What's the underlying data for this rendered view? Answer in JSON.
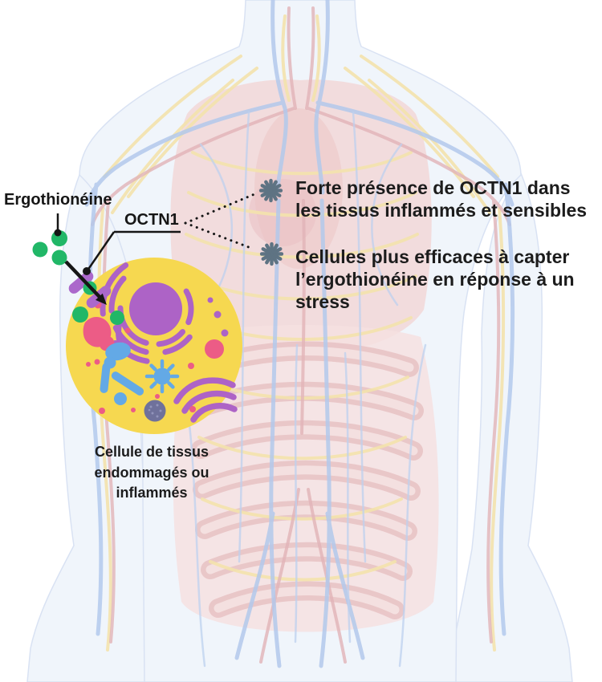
{
  "labels": {
    "ergothioneine": "Ergothionéine",
    "octn1": "OCTN1"
  },
  "cell_caption": {
    "lines": [
      "Cellule de tissus",
      "endommagés ou",
      "inflammés"
    ]
  },
  "bullets": [
    {
      "icon": "asterisk-burst",
      "lines": [
        "Forte présence de OCTN1 dans",
        "les tissus inflammés et sensibles"
      ]
    },
    {
      "icon": "asterisk-burst",
      "lines": [
        "Cellules plus efficaces à capter",
        "l’ergothionéine en réponse à un",
        "stress"
      ]
    }
  ],
  "colors": {
    "cell_yellow": "#f6d850",
    "organelle_purple": "#ad63c6",
    "organelle_pink": "#ec5c86",
    "organelle_blue": "#63a9e6",
    "molecule_green": "#21b767",
    "ribosome_gray": "#6f719b",
    "bullet_icon_slate": "#5e7383",
    "text": "#1c1c1c"
  }
}
